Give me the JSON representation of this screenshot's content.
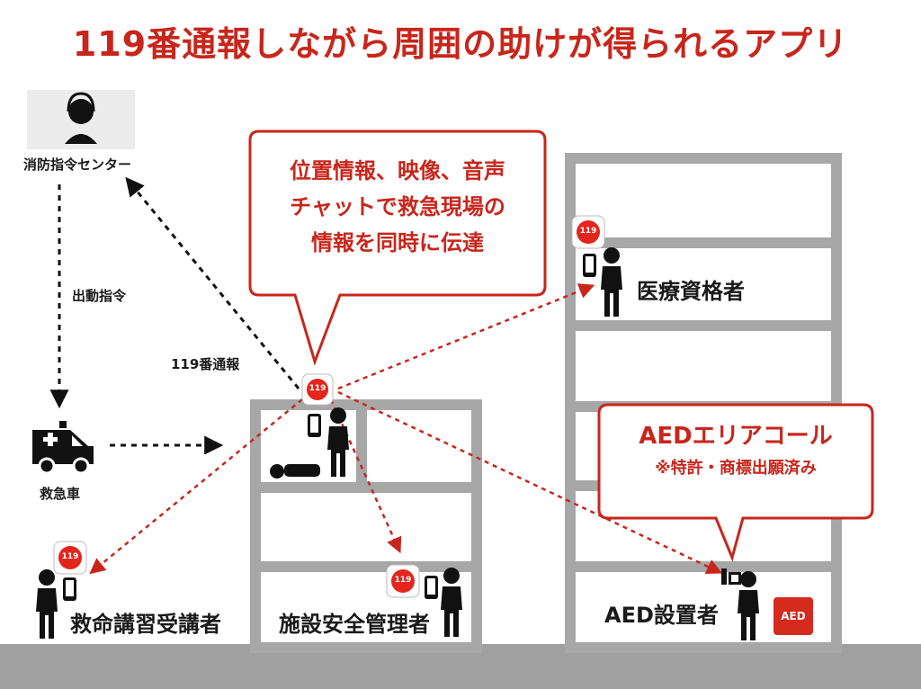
{
  "title": "119番通報しながら周囲の助けが得られるアプリ",
  "nodes": {
    "fire_center": "消防指令センター",
    "ambulance": "救急車",
    "trainee": "救命講習受講者",
    "facility_manager": "施設安全管理者",
    "medical": "医療資格者",
    "aed_owner": "AED設置者"
  },
  "edges": {
    "dispatch": "出動指令",
    "call_119": "119番通報"
  },
  "callouts": {
    "info": {
      "lines": [
        "位置情報、映像、音声",
        "チャットで救急現場の",
        "情報を同時に伝達"
      ]
    },
    "aed": {
      "title": "AEDエリアコール",
      "note": "※特許・商標出願済み"
    }
  },
  "badges": {
    "app": "119",
    "aed_box": "AED"
  },
  "colors": {
    "accent": "#c8261b",
    "building": "#a7a7a7",
    "ground": "#9e9e9e"
  }
}
